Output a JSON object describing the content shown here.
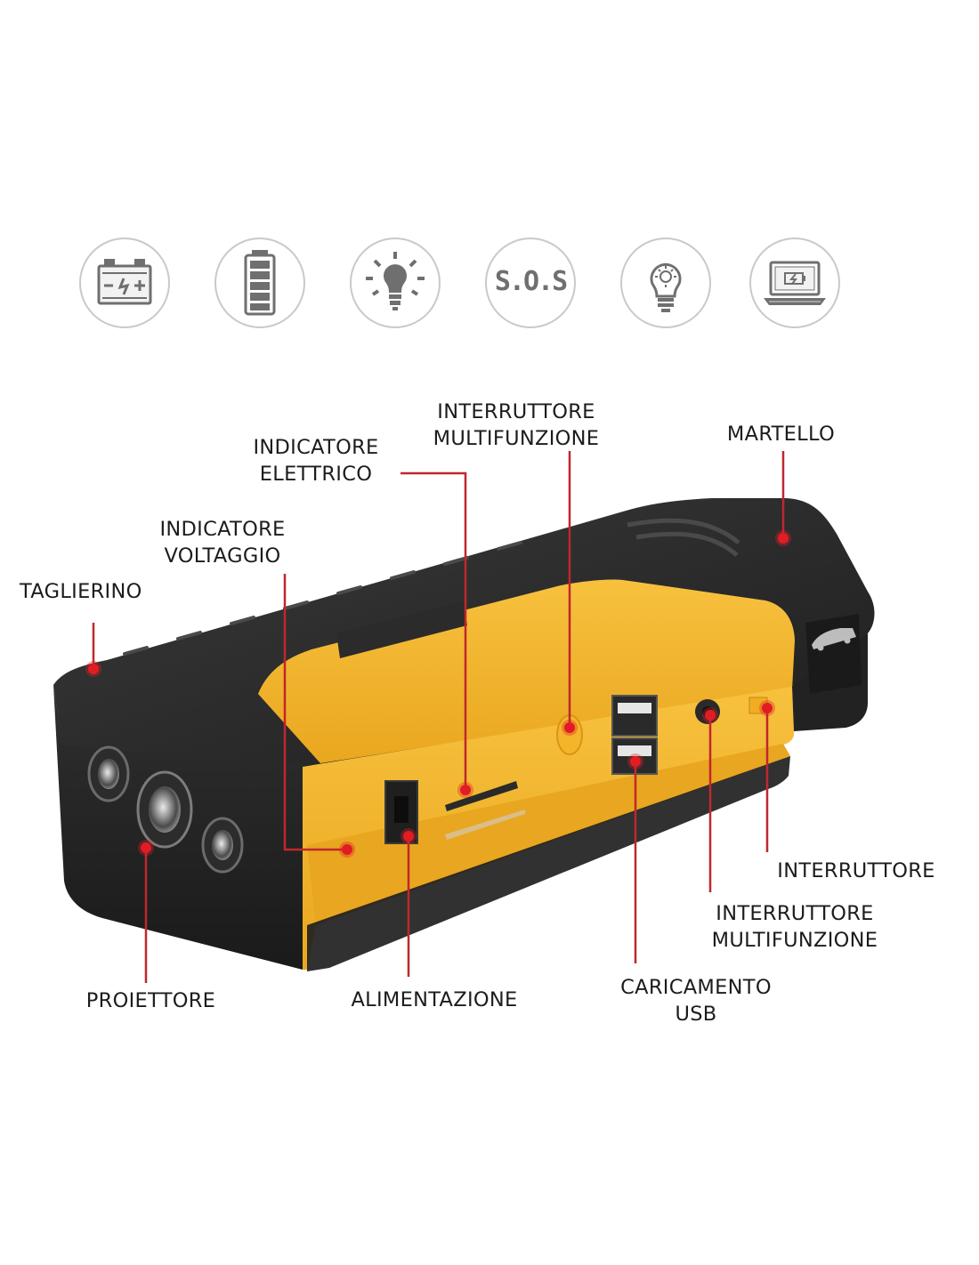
{
  "feature_icons": [
    {
      "name": "car-battery-icon"
    },
    {
      "name": "battery-level-icon"
    },
    {
      "name": "light-bulb-icon"
    },
    {
      "name": "sos-icon",
      "text": "S.O.S"
    },
    {
      "name": "bulb-outline-icon"
    },
    {
      "name": "laptop-charging-icon"
    }
  ],
  "callouts": {
    "taglierino": "TAGLIERINO",
    "indicatore_voltaggio": [
      "INDICATORE",
      "VOLTAGGIO"
    ],
    "indicatore_elettrico": [
      "INDICATORE",
      "ELETTRICO"
    ],
    "interruttore_multifunzione_top": [
      "INTERRUTTORE",
      "MULTIFUNZIONE"
    ],
    "martello": "MARTELLO",
    "interruttore": "INTERRUTTORE",
    "interruttore_multifunzione_bottom": [
      "INTERRUTTORE",
      "MULTIFUNZIONE"
    ],
    "caricamento_usb": [
      "CARICAMENTO",
      "USB"
    ],
    "alimentazione": "ALIMENTAZIONE",
    "proiettore": "PROIETTORE"
  },
  "colors": {
    "device_body": "#2a2a2a",
    "device_panel": "#f5b731",
    "callout_line": "#c0272d",
    "callout_dot": "#e11d24",
    "icon_stroke": "#6f6f6f"
  }
}
